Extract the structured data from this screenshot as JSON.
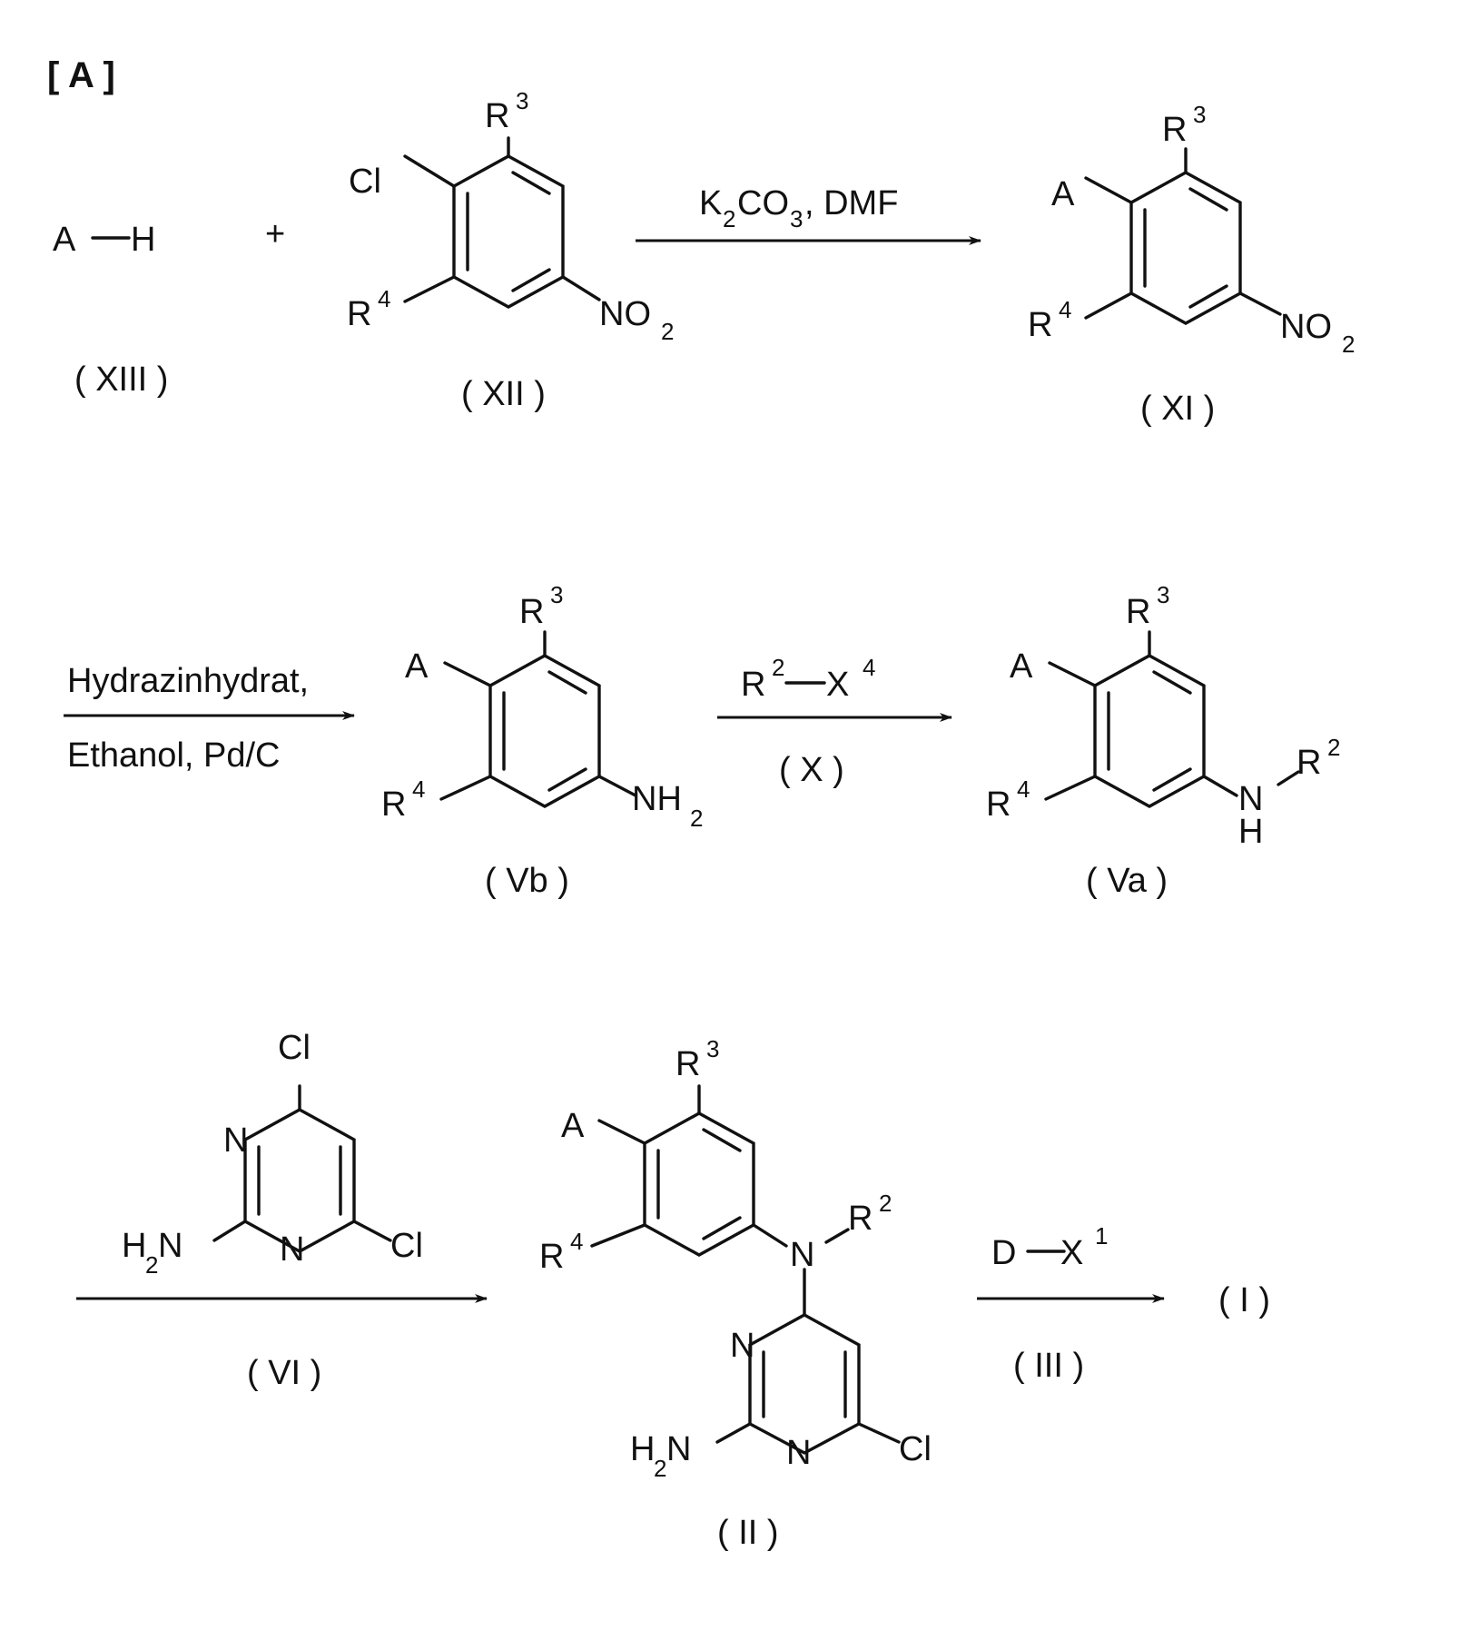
{
  "scheme_label": "[ A ]",
  "plus": "+",
  "compounds": {
    "xiii": {
      "text": "A",
      "h": "H",
      "label": "( XIII )"
    },
    "xii": {
      "label": "( XII )"
    },
    "xi": {
      "label": "( XI )"
    },
    "vb": {
      "label": "( Vb )"
    },
    "va": {
      "label": "( Va )"
    },
    "ii": {
      "label": "( II )"
    },
    "i": {
      "label": "( I )"
    }
  },
  "atoms": {
    "cl": "Cl",
    "a": "A",
    "r": "R",
    "n": "N",
    "h": "H",
    "no": "NO",
    "nh": "NH",
    "d": "D",
    "x": "X",
    "sup2": "2",
    "sup3": "3",
    "sup4": "4",
    "sup1": "1",
    "sub2": "2",
    "sub3": "3"
  },
  "steps": {
    "step1": {
      "k": "K",
      "co": "CO",
      "rest": ", DMF"
    },
    "step2": {
      "line1": "Hydrazinhydrat,",
      "line2": "Ethanol, Pd/C"
    },
    "step3": {
      "label": "( X )"
    },
    "step4": {
      "label": "( VI )"
    },
    "step5": {
      "label": "( III )"
    }
  }
}
